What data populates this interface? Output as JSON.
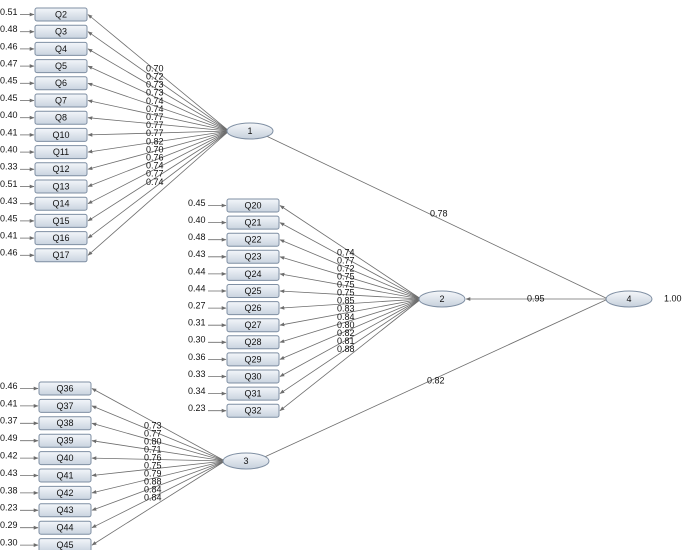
{
  "factors": [
    {
      "id": "f1",
      "label": "1",
      "items": [
        {
          "label": "Q2",
          "error": "0.51",
          "loading": "0.70"
        },
        {
          "label": "Q3",
          "error": "0.48",
          "loading": "0.72"
        },
        {
          "label": "Q4",
          "error": "0.46",
          "loading": "0.73"
        },
        {
          "label": "Q5",
          "error": "0.47",
          "loading": "0.73"
        },
        {
          "label": "Q6",
          "error": "0.45",
          "loading": "0.74"
        },
        {
          "label": "Q7",
          "error": "0.45",
          "loading": "0.74"
        },
        {
          "label": "Q8",
          "error": "0.40",
          "loading": "0.77"
        },
        {
          "label": "Q10",
          "error": "0.41",
          "loading": "0.77"
        },
        {
          "label": "Q11",
          "error": "0.40",
          "loading": "0.77"
        },
        {
          "label": "Q12",
          "error": "0.33",
          "loading": "0.82"
        },
        {
          "label": "Q13",
          "error": "0.51",
          "loading": "0.70"
        },
        {
          "label": "Q14",
          "error": "0.43",
          "loading": "0.76"
        },
        {
          "label": "Q15",
          "error": "0.45",
          "loading": "0.74"
        },
        {
          "label": "Q16",
          "error": "0.41",
          "loading": "0.77"
        },
        {
          "label": "Q17",
          "error": "0.46",
          "loading": "0.74"
        }
      ]
    },
    {
      "id": "f2",
      "label": "2",
      "items": [
        {
          "label": "Q20",
          "error": "0.45",
          "loading": "0.74"
        },
        {
          "label": "Q21",
          "error": "0.40",
          "loading": "0.77"
        },
        {
          "label": "Q22",
          "error": "0.48",
          "loading": "0.72"
        },
        {
          "label": "Q23",
          "error": "0.43",
          "loading": "0.75"
        },
        {
          "label": "Q24",
          "error": "0.44",
          "loading": "0.75"
        },
        {
          "label": "Q25",
          "error": "0.44",
          "loading": "0.75"
        },
        {
          "label": "Q26",
          "error": "0.27",
          "loading": "0.85"
        },
        {
          "label": "Q27",
          "error": "0.31",
          "loading": "0.83"
        },
        {
          "label": "Q28",
          "error": "0.30",
          "loading": "0.84"
        },
        {
          "label": "Q29",
          "error": "0.36",
          "loading": "0.80"
        },
        {
          "label": "Q30",
          "error": "0.33",
          "loading": "0.82"
        },
        {
          "label": "Q31",
          "error": "0.34",
          "loading": "0.81"
        },
        {
          "label": "Q32",
          "error": "0.23",
          "loading": "0.88"
        }
      ]
    },
    {
      "id": "f3",
      "label": "3",
      "items": [
        {
          "label": "Q36",
          "error": "0.46",
          "loading": "0.73"
        },
        {
          "label": "Q37",
          "error": "0.41",
          "loading": "0.77"
        },
        {
          "label": "Q38",
          "error": "0.37",
          "loading": "0.80"
        },
        {
          "label": "Q39",
          "error": "0.49",
          "loading": "0.71"
        },
        {
          "label": "Q40",
          "error": "0.42",
          "loading": "0.76"
        },
        {
          "label": "Q41",
          "error": "0.43",
          "loading": "0.75"
        },
        {
          "label": "Q42",
          "error": "0.38",
          "loading": "0.79"
        },
        {
          "label": "Q43",
          "error": "0.23",
          "loading": "0.88"
        },
        {
          "label": "Q44",
          "error": "0.29",
          "loading": "0.84"
        },
        {
          "label": "Q45",
          "error": "0.30",
          "loading": "0.84"
        }
      ]
    }
  ],
  "second_order": {
    "label": "4",
    "variance": "1.00",
    "paths": [
      {
        "to": "f1",
        "value": "0.78"
      },
      {
        "to": "f2",
        "value": "0.95"
      },
      {
        "to": "f3",
        "value": "0.82"
      }
    ]
  }
}
